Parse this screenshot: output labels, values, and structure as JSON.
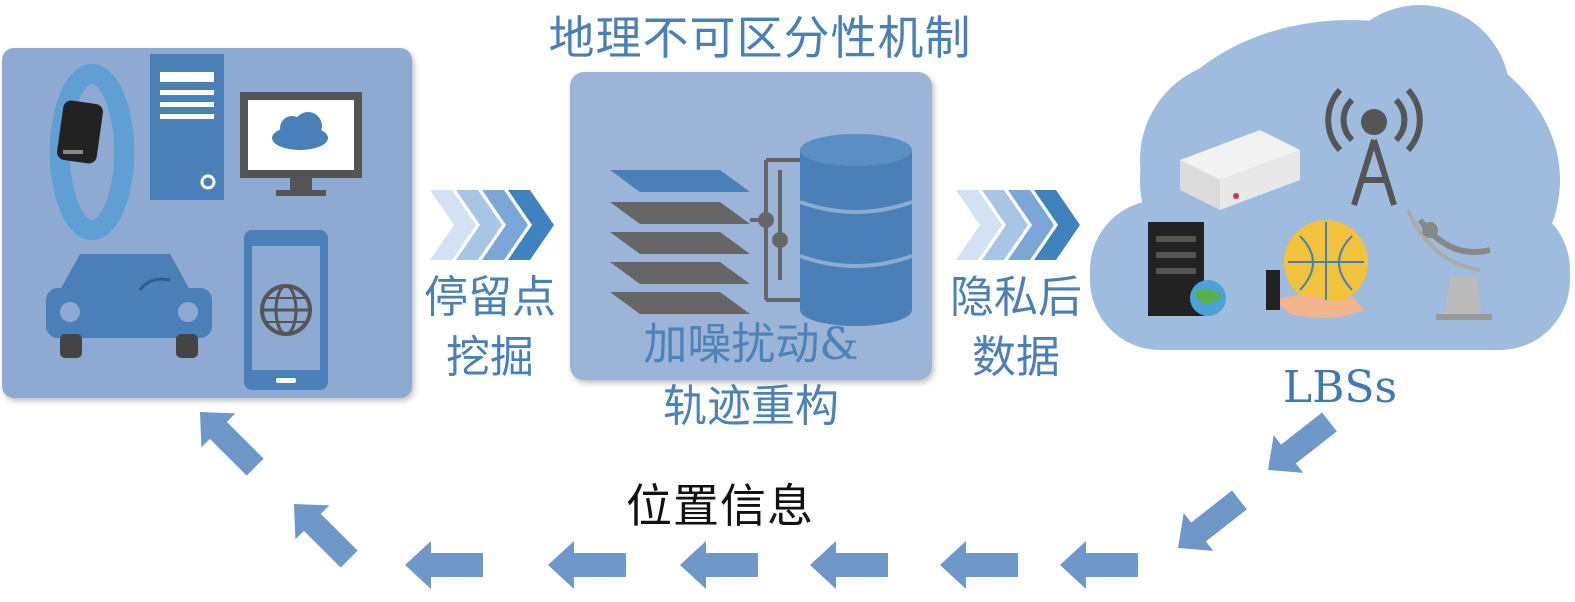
{
  "diagram": {
    "title": "地理不可区分性机制",
    "left_flow_label_line1": "停留点",
    "left_flow_label_line2": "挖掘",
    "process_label_line1": "加噪扰动&",
    "process_label_line2": "轨迹重构",
    "right_flow_label_line1": "隐私后",
    "right_flow_label_line2": "数据",
    "cloud_label": "LBSs",
    "return_label": "位置信息"
  },
  "colors": {
    "panel_blue": "#8eaad3",
    "icon_blue": "#4a7fb7",
    "arrow_blue": "#6f98c9",
    "text_blue": "#4a7fb7",
    "cloud_blue": "#9fbbdd"
  },
  "icons": [
    "fitness-band-icon",
    "desktop-tower-icon",
    "cloud-monitor-icon",
    "car-icon",
    "smartphone-globe-icon",
    "data-layers-icon",
    "database-icon",
    "router-icon",
    "radio-tower-icon",
    "server-globe-icon",
    "hand-globe-icon",
    "satellite-dish-icon"
  ]
}
